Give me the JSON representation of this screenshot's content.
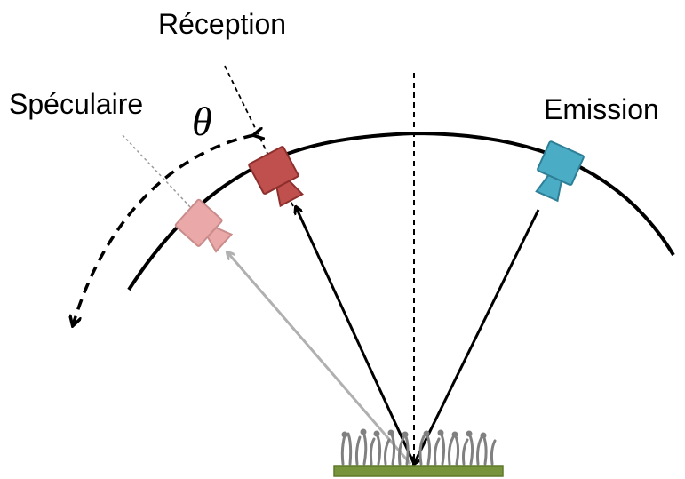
{
  "labels": {
    "reception": "Réception",
    "speculaire": "Spéculaire",
    "emission": "Emission",
    "theta": "θ"
  },
  "colors": {
    "receiver_fill": "#c0504d",
    "receiver_stroke": "#8c2f2d",
    "specular_fill": "#eaa9a8",
    "specular_stroke": "#c98c8b",
    "emitter_fill": "#4bacc6",
    "emitter_stroke": "#2e7f96",
    "ground": "#77933c",
    "grass": "#808080",
    "line": "#000000",
    "faded_line": "#b0b0b0"
  }
}
